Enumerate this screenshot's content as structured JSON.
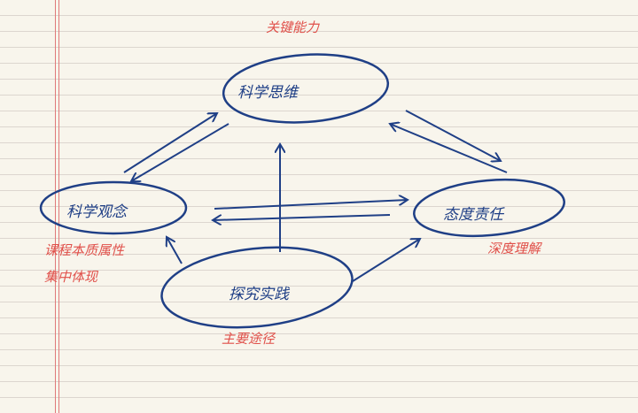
{
  "nodes": {
    "thinking": "科学思维",
    "concept": "科学观念",
    "attitude": "态度责任",
    "practice": "探究实践"
  },
  "notes": {
    "key_ability": "关键能力",
    "essence_line1": "课程本质属性",
    "essence_line2": "集中体现",
    "deep_understanding": "深度理解",
    "main_path": "主要途径"
  },
  "colors": {
    "ink": "#1f3f86",
    "note": "#e0504a",
    "margin": "#e07a7a"
  }
}
